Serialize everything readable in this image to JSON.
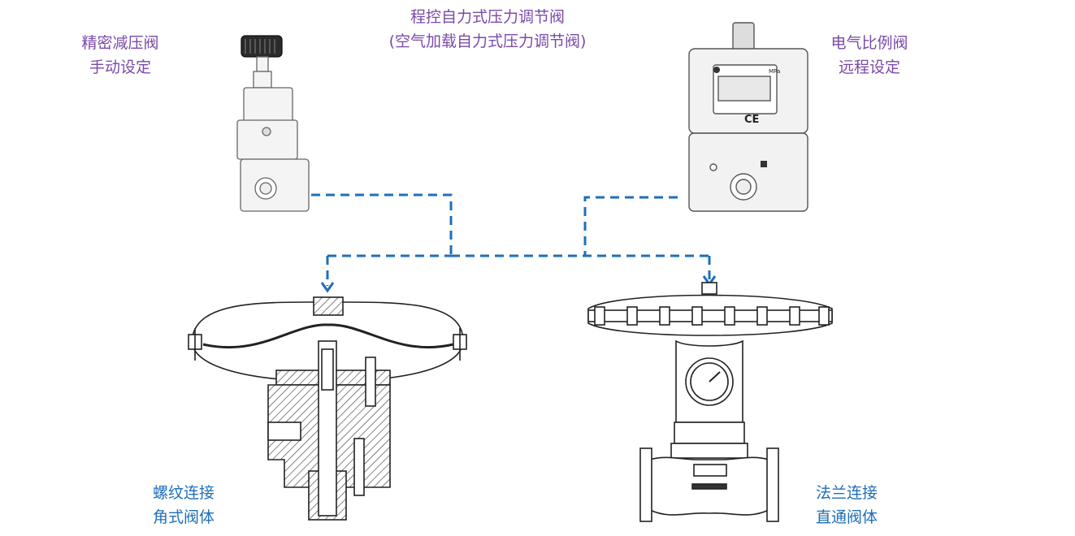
{
  "labels": {
    "manual_regulator": {
      "line1": "精密减压阀",
      "line2": "手动设定"
    },
    "center_title": {
      "line1": "程控自力式压力调节阀",
      "line2": "(空气加载自力式压力调节阀)"
    },
    "electro_valve": {
      "line1": "电气比例阀",
      "line2": "远程设定"
    },
    "threaded_body": {
      "line1": "螺纹连接",
      "line2": "角式阀体"
    },
    "flanged_body": {
      "line1": "法兰连接",
      "line2": "直通阀体"
    }
  },
  "device_markings": {
    "display_unit": "MPa",
    "ce_mark": "CE"
  },
  "colors": {
    "label_purple": "#7a4aa8",
    "label_blue": "#1f6fb8",
    "connector_blue": "#1f6fb8",
    "line_dark": "#222222"
  }
}
